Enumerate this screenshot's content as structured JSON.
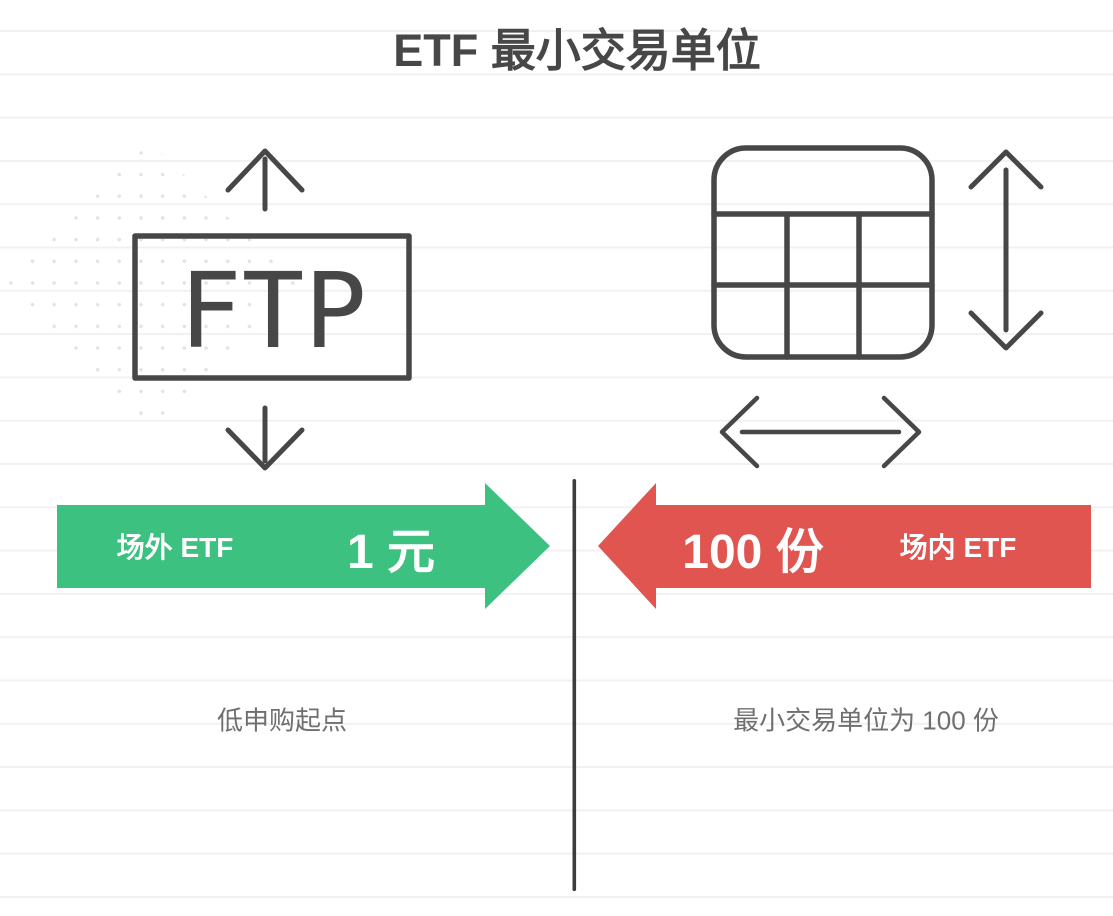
{
  "title": "ETF 最小交易单位",
  "colors": {
    "green": "#3DC181",
    "red": "#E05550",
    "ink": "#474747",
    "caption_gray": "#6F6F6F",
    "ruled_line": "#F1F1F1",
    "dots": "#E3E3E3",
    "divider": "#3C3C3C",
    "banner_text": "#FFFFFF"
  },
  "left_panel": {
    "icon": "ftp-box-with-up-down-arrows",
    "icon_text": "FTP",
    "banner": {
      "label": "场外 ETF",
      "value": "1 元",
      "direction": "right",
      "color": "#3DC181"
    },
    "caption": "低申购起点"
  },
  "right_panel": {
    "icon": "table-grid-with-resize-arrows",
    "banner": {
      "value": "100 份",
      "label": "场内 ETF",
      "direction": "left",
      "color": "#E05550"
    },
    "caption": "最小交易单位为 100 份"
  }
}
